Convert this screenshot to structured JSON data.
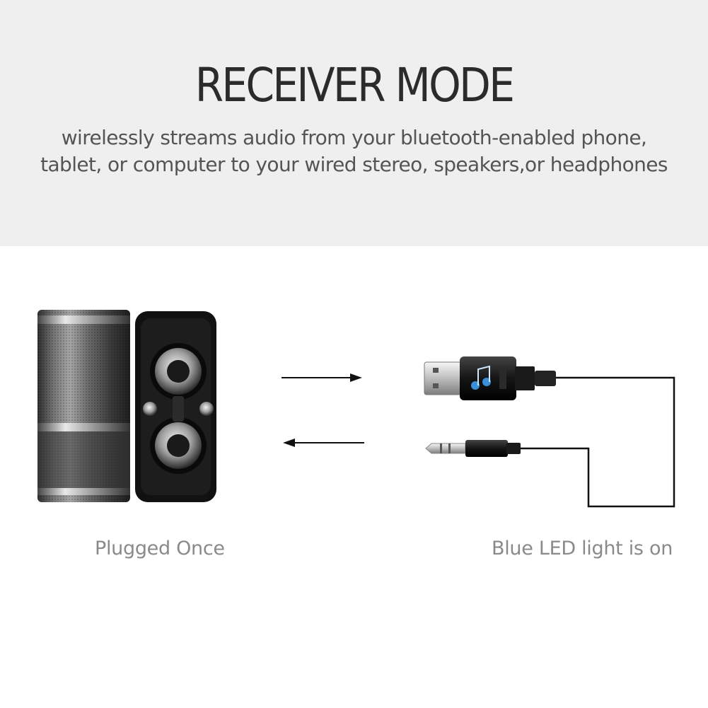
{
  "header": {
    "title": "RECEIVER MODE",
    "subtitle_lines": [
      "wirelessly streams audio from your bluetooth-enabled phone,",
      "tablet, or computer to your wired stereo, speakers,or headphones"
    ]
  },
  "captions": {
    "left": "Plugged Once",
    "right": "Blue LED light is on"
  },
  "icons": {
    "speaker_cylinder": "cylindrical-speaker-icon",
    "speaker_dual": "dual-woofer-speaker-icon",
    "arrow_right": "arrow-right-icon",
    "arrow_left": "arrow-left-icon",
    "usb_adapter": "usb-bluetooth-adapter-icon",
    "aux_plug": "aux-jack-plug-icon",
    "music_note": "music-note-icon"
  },
  "colors": {
    "header_bg": "#efefef",
    "title": "#2b2b2b",
    "subtitle": "#545454",
    "caption": "#8a8a8a",
    "led_blue": "#3a8fd8"
  }
}
